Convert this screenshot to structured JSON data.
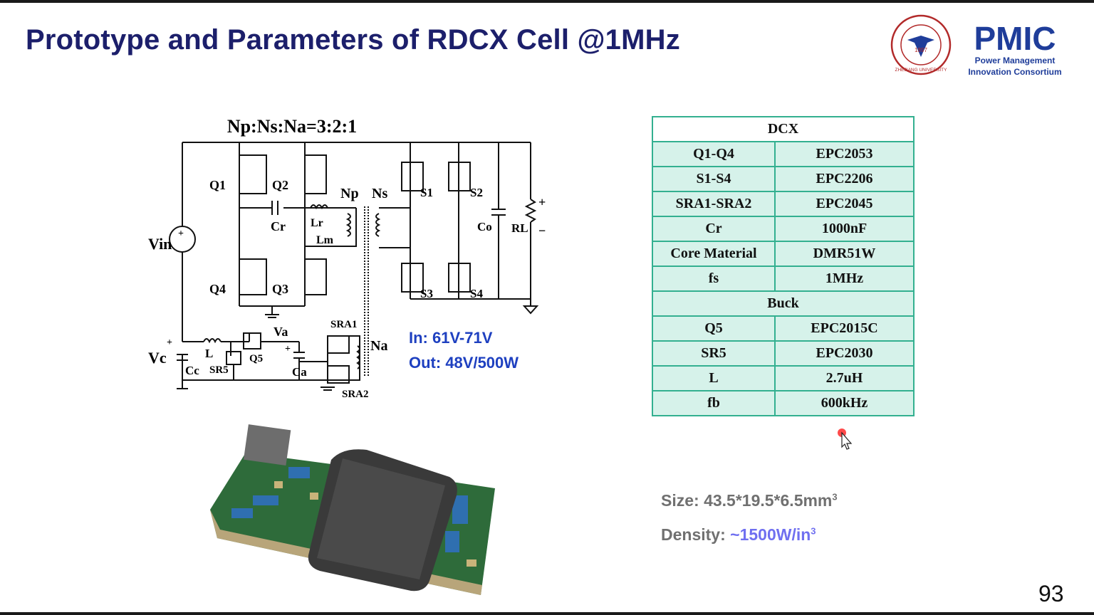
{
  "slide": {
    "title": "Prototype and Parameters of RDCX Cell @1MHz",
    "page_number": "93"
  },
  "logo": {
    "seal_year": "1897",
    "seal_name": "ZHEJIANG UNIVERSITY",
    "brand": "PMIC",
    "brand_line1": "Power Management",
    "brand_line2": "Innovation Consortium",
    "brand_color": "#1f3d9a"
  },
  "circuit": {
    "turns_ratio": "Np:Ns:Na=3:2:1",
    "labels": {
      "vin": "Vin",
      "vc": "Vc",
      "va": "Va",
      "np": "Np",
      "ns": "Ns",
      "na": "Na",
      "cr": "Cr",
      "lr": "Lr",
      "lm": "Lm",
      "co": "Co",
      "rl": "RL",
      "l": "L",
      "cc": "Cc",
      "ca": "Ca",
      "q1": "Q1",
      "q2": "Q2",
      "q3": "Q3",
      "q4": "Q4",
      "q5": "Q5",
      "s1": "S1",
      "s2": "S2",
      "s3": "S3",
      "s4": "S4",
      "sr5": "SR5",
      "sra1": "SRA1",
      "sra2": "SRA2"
    }
  },
  "specs": {
    "input": "In:  61V-71V",
    "output": "Out: 48V/500W"
  },
  "table": {
    "dcx_header": "DCX",
    "dcx_rows": [
      {
        "name": "Q1-Q4",
        "value": "EPC2053"
      },
      {
        "name": "S1-S4",
        "value": "EPC2206"
      },
      {
        "name": "SRA1-SRA2",
        "value": "EPC2045"
      },
      {
        "name": "Cr",
        "value": "1000nF"
      },
      {
        "name": "Core Material",
        "value": "DMR51W"
      },
      {
        "name": "fs",
        "value": "1MHz"
      }
    ],
    "buck_header": "Buck",
    "buck_rows": [
      {
        "name": "Q5",
        "value": "EPC2015C"
      },
      {
        "name": "SR5",
        "value": "EPC2030"
      },
      {
        "name": "L",
        "value": "2.7uH"
      },
      {
        "name": "fb",
        "value": "600kHz"
      }
    ]
  },
  "metrics": {
    "size_label": "Size:",
    "size_value": "43.5*19.5*6.5mm",
    "size_sup": "3",
    "density_label": "Density:",
    "density_value": "~1500W/in",
    "density_sup": "3"
  }
}
